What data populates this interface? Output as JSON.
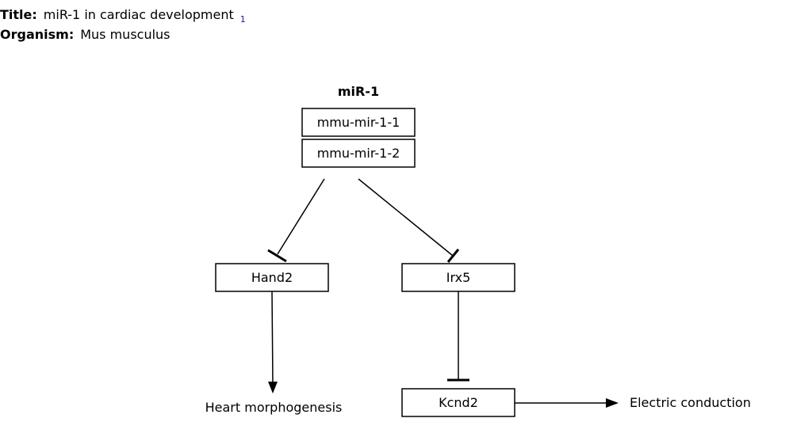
{
  "header": {
    "title_key": "Title:",
    "title_value": "miR-1 in cardiac development",
    "title_ref": "1",
    "organism_key": "Organism:",
    "organism_value": "Mus musculus"
  },
  "diagram": {
    "group_label": "miR-1",
    "nodes": {
      "mir_1_1": "mmu-mir-1-1",
      "mir_1_2": "mmu-mir-1-2",
      "hand2": "Hand2",
      "irx5": "Irx5",
      "kcnd2": "Kcnd2"
    },
    "outcomes": {
      "heart_morphogenesis": "Heart morphogenesis",
      "electric_conduction": "Electric conduction"
    },
    "edges": [
      {
        "from": "miR-1",
        "to": "Hand2",
        "type": "inhibition"
      },
      {
        "from": "miR-1",
        "to": "Irx5",
        "type": "inhibition"
      },
      {
        "from": "Hand2",
        "to": "Heart morphogenesis",
        "type": "activation"
      },
      {
        "from": "Irx5",
        "to": "Kcnd2",
        "type": "inhibition"
      },
      {
        "from": "Kcnd2",
        "to": "Electric conduction",
        "type": "activation"
      }
    ]
  }
}
